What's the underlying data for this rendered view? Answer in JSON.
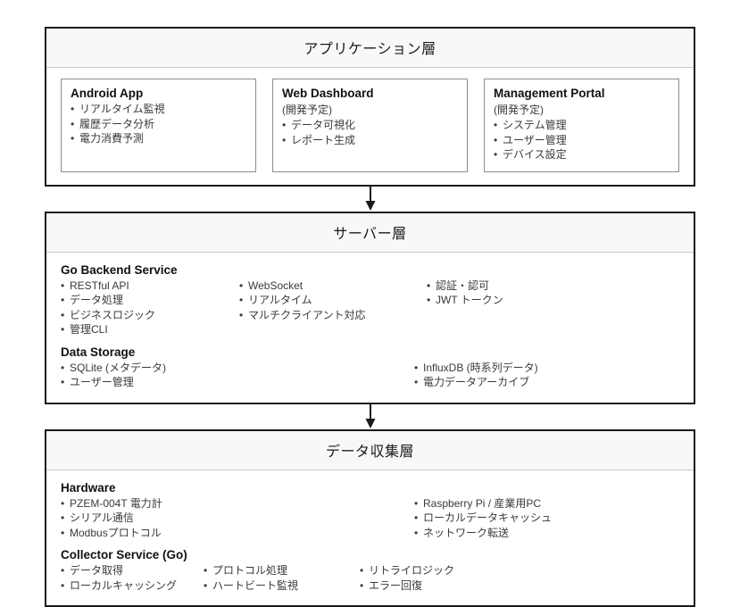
{
  "diagram": {
    "title_hidden": "",
    "layers": [
      {
        "id": "application",
        "title": "アプリケーション層",
        "cards": [
          {
            "title": "Android App",
            "subtitle": "",
            "items": [
              "リアルタイム監視",
              "履歴データ分析",
              "電力消費予測"
            ]
          },
          {
            "title": "Web Dashboard",
            "subtitle": "(開発予定)",
            "items": [
              "データ可視化",
              "レポート生成"
            ]
          },
          {
            "title": "Management Portal",
            "subtitle": "(開発予定)",
            "items": [
              "システム管理",
              "ユーザー管理",
              "デバイス設定"
            ]
          }
        ]
      },
      {
        "id": "server",
        "title": "サーバー層",
        "groups": [
          {
            "title": "Go Backend Service",
            "columns": [
              [
                "RESTful API",
                "データ処理",
                "ビジネスロジック",
                "管理CLI"
              ],
              [
                "WebSocket",
                "リアルタイム",
                "マルチクライアント対応"
              ],
              [
                "認証・認可",
                "JWT トークン"
              ]
            ]
          },
          {
            "title": "Data Storage",
            "columns": [
              [
                "SQLite (メタデータ)",
                "ユーザー管理"
              ],
              [
                "InfluxDB (時系列データ)",
                "電力データアーカイブ"
              ]
            ]
          }
        ]
      },
      {
        "id": "collection",
        "title": "データ収集層",
        "groups": [
          {
            "title": "Hardware",
            "columns": [
              [
                "PZEM-004T 電力計",
                "シリアル通信",
                "Modbusプロトコル"
              ],
              [
                "Raspberry Pi / 産業用PC",
                "ローカルデータキャッシュ",
                "ネットワーク転送"
              ]
            ]
          },
          {
            "title": "Collector Service (Go)",
            "columns": [
              [
                "データ取得",
                "ローカルキャッシング"
              ],
              [
                "プロトコル処理",
                "ハートビート監視"
              ],
              [
                "リトライロジック",
                "エラー回復"
              ]
            ]
          }
        ]
      }
    ],
    "connectors": [
      {
        "from": "application",
        "to": "server",
        "direction": "down"
      },
      {
        "from": "server",
        "to": "collection",
        "direction": "down"
      }
    ],
    "colors": {
      "border": "#1a1a1a",
      "card_border": "#8d8d8d",
      "header_bg": "#f8f8f8",
      "body_bg": "#ffffff",
      "text": "#111111",
      "muted_text": "#3a3a3a",
      "divider": "#c9c9c9"
    }
  }
}
